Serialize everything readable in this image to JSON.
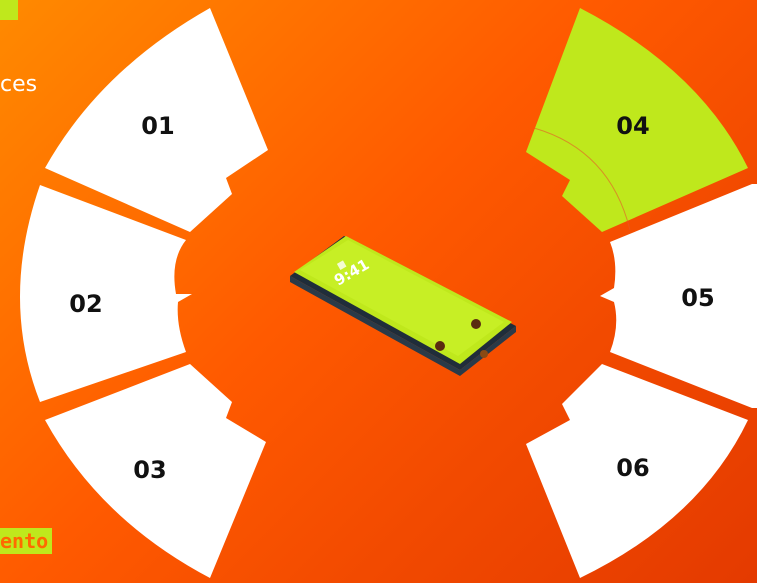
{
  "top_left_text": "ces",
  "bottom_left_text": "ento",
  "phone": {
    "time": "9:41"
  },
  "segments": [
    {
      "number": "01"
    },
    {
      "number": "02"
    },
    {
      "number": "03"
    },
    {
      "number": "04"
    },
    {
      "number": "05"
    },
    {
      "number": "06"
    }
  ],
  "colors": {
    "accent": "#bfe81c",
    "segment": "#ffffff",
    "background": "#ff5a00",
    "text": "#111111"
  }
}
